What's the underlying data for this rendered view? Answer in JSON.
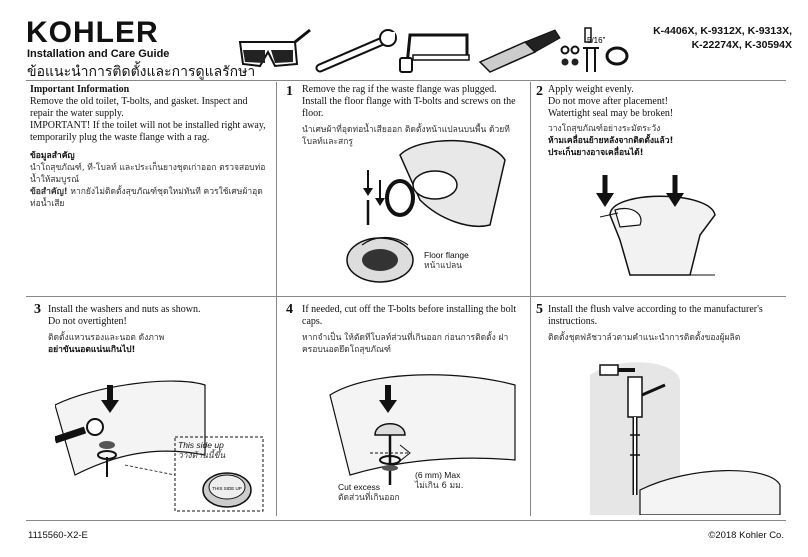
{
  "header": {
    "brand": "KOHLER",
    "title": "Installation and Care Guide",
    "title_th": "ข้อแนะนำการติดตั้งและการดูแลรักษา",
    "models_line1": "K-4406X, K-9312X, K-9313X,",
    "models_line2": "K-22274X, K-30594X",
    "tool_label": "5/16\""
  },
  "important": {
    "heading": "Important Information",
    "body": "Remove the old toilet, T-bolts, and gasket. Inspect and repair the water supply.",
    "warning": "IMPORTANT!  If the toilet will not be installed right away, temporarily plug the waste flange with a rag.",
    "heading_th": "ข้อมูลสำคัญ",
    "body_th": "นำโถสุขภัณฑ์, ที-โบลท์ และประเก็นยางชุดเก่าออก ตรวจสอบท่อน้ำให้สมบูรณ์",
    "warning_th_bold": "ข้อสำคัญ!",
    "warning_th": " หากยังไม่ติดตั้งสุขภัณฑ์ชุดใหม่ทันที ควรใช้เศษผ้าอุดท่อน้ำเสีย"
  },
  "steps": [
    {
      "num": "1",
      "text": "Remove the rag if the waste flange was plugged. Install the floor flange with T-bolts and screws on the floor.",
      "text_th": "นำเศษผ้าที่อุดท่อน้ำเสียออก ติดตั้งหน้าแปลนบนพื้น ด้วยทีโบลท์และสกรู",
      "label": "Floor flange",
      "label_th": "หน้าแปลน"
    },
    {
      "num": "2",
      "text": "Apply weight evenly.",
      "text2": "Do not move after placement!",
      "text3": "Watertight seal may be broken!",
      "text_th": "วางโถสุขภัณฑ์อย่างระมัดระวัง",
      "text_th_b1": "ห้ามเคลื่อนย้ายหลังจากติดตั้งแล้ว!",
      "text_th_b2": "ประเก็นยางอาจเคลื่อนได้!"
    },
    {
      "num": "3",
      "text": "Install the washers and nuts as shown.",
      "text2": "Do not overtighten!",
      "text_th": "ติดตั้งแหวนรองและนอต ดังภาพ",
      "text_th_b": "อย่าขันนอตแน่นเกินไป!",
      "label": "This side up",
      "label_th": "วางด้านนี้ขึ้น",
      "cap_text": "THIS SIDE UP"
    },
    {
      "num": "4",
      "text": "If needed, cut off the T-bolts before installing the bolt caps.",
      "text_th": "หากจำเป็น ให้ตัดทีโบลท์ส่วนที่เกินออก ก่อนการติดตั้ง ฝาครอบนอตยึดโถสุขภัณฑ์",
      "label_cut": "Cut excess",
      "label_cut_th": "ตัดส่วนที่เกินออก",
      "label_max": "(6 mm) Max",
      "label_max_th": "ไม่เกิน 6 มม."
    },
    {
      "num": "5",
      "text": "Install the flush valve according to the manufacturer's instructions.",
      "text_th": "ติดตั้งชุดฟลัชวาล์วตามคำแนะนำการติดตั้งของผู้ผลิต"
    }
  ],
  "footer": {
    "doc_id": "1115560-X2-E",
    "copyright": "©2018 Kohler Co."
  }
}
